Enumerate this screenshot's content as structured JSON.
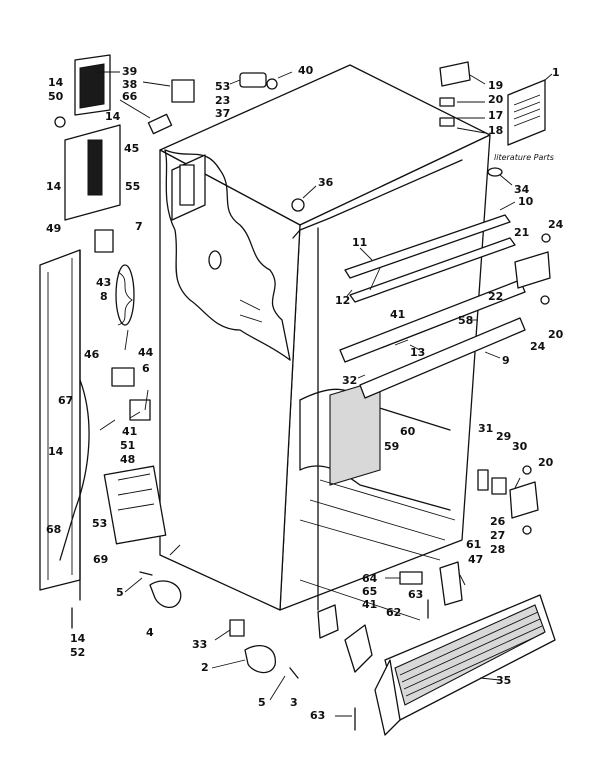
{
  "title": "",
  "literature_label": "literature Parts",
  "part_numbers": [
    "1",
    "2",
    "3",
    "4",
    "5",
    "6",
    "7",
    "8",
    "9",
    "10",
    "11",
    "12",
    "13",
    "14",
    "17",
    "18",
    "19",
    "20",
    "21",
    "22",
    "23",
    "24",
    "26",
    "27",
    "28",
    "29",
    "30",
    "31",
    "32",
    "33",
    "34",
    "35",
    "36",
    "37",
    "38",
    "39",
    "40",
    "41",
    "43",
    "44",
    "45",
    "46",
    "47",
    "48",
    "49",
    "50",
    "51",
    "52",
    "53",
    "55",
    "58",
    "59",
    "60",
    "61",
    "62",
    "63",
    "64",
    "65",
    "66",
    "67",
    "68",
    "69"
  ],
  "callouts": {
    "c14a": "14",
    "c50": "50",
    "c39": "39",
    "c38": "38",
    "c66": "66",
    "c14b": "14",
    "c45": "45",
    "c53a": "53",
    "c23": "23",
    "c37": "37",
    "c40": "40",
    "c19": "19",
    "c20a": "20",
    "c17": "17",
    "c18": "18",
    "c1": "1",
    "c14c": "14",
    "c55": "55",
    "c49": "49",
    "c7": "7",
    "c36": "36",
    "c34": "34",
    "c10": "10",
    "c11": "11",
    "c12": "12",
    "c41a": "41",
    "c13": "13",
    "c32": "32",
    "c24a": "24",
    "c21": "21",
    "c22": "22",
    "c58": "58",
    "c20b": "20",
    "c24b": "24",
    "c9": "9",
    "c43": "43",
    "c8": "8",
    "c44": "44",
    "c46": "46",
    "c6": "6",
    "c67": "67",
    "c41b": "41",
    "c51": "51",
    "c14d": "14",
    "c48": "48",
    "c53b": "53",
    "c68": "68",
    "c69": "69",
    "c59": "59",
    "c60": "60",
    "c31": "31",
    "c29": "29",
    "c30": "30",
    "c20c": "20",
    "c26": "26",
    "c27": "27",
    "c28": "28",
    "c61": "61",
    "c64": "64",
    "c65": "65",
    "c41c": "41",
    "c47": "47",
    "c63a": "63",
    "c62": "62",
    "c5a": "5",
    "c4": "4",
    "c33": "33",
    "c2": "2",
    "c5b": "5",
    "c3": "3",
    "c14e": "14",
    "c52": "52",
    "c35": "35",
    "c63b": "63"
  }
}
